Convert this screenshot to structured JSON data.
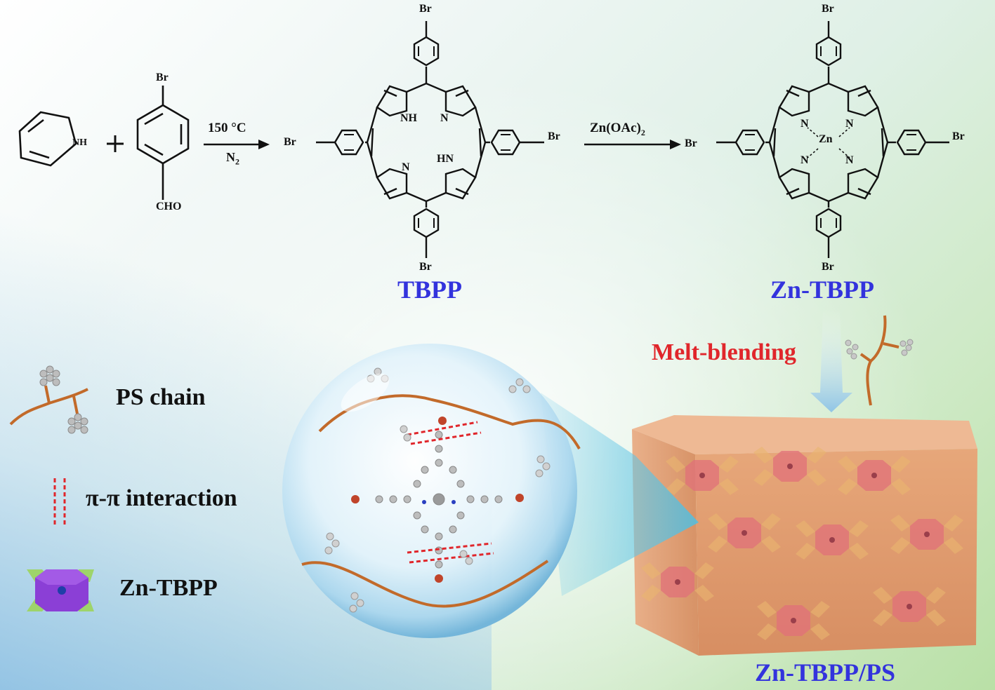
{
  "scheme": {
    "pyrrole_nh": "NH",
    "br": "Br",
    "cho": "CHO",
    "condition_temp": "150 °C",
    "condition_gas_base": "N",
    "condition_gas_sub": "2",
    "nh": "NH",
    "hn": "HN",
    "n": "N",
    "zn": "Zn",
    "reagent_base": "Zn(OAc)",
    "reagent_sub": "2"
  },
  "labels": {
    "tbpp": "TBPP",
    "zn_tbpp": "Zn-TBPP",
    "melt_blending": "Melt-blending",
    "composite": "Zn-TBPP/PS"
  },
  "legend": {
    "ps_chain": "PS chain",
    "pi_pi": "π-π interaction",
    "zn_tbpp": "Zn-TBPP"
  },
  "colors": {
    "label_blue": "#3333dd",
    "label_red": "#e0262b",
    "ps_chain": "#c26a2a",
    "composite": "#e0a078",
    "zn_tbpp_icon": "#8b3fd6"
  }
}
